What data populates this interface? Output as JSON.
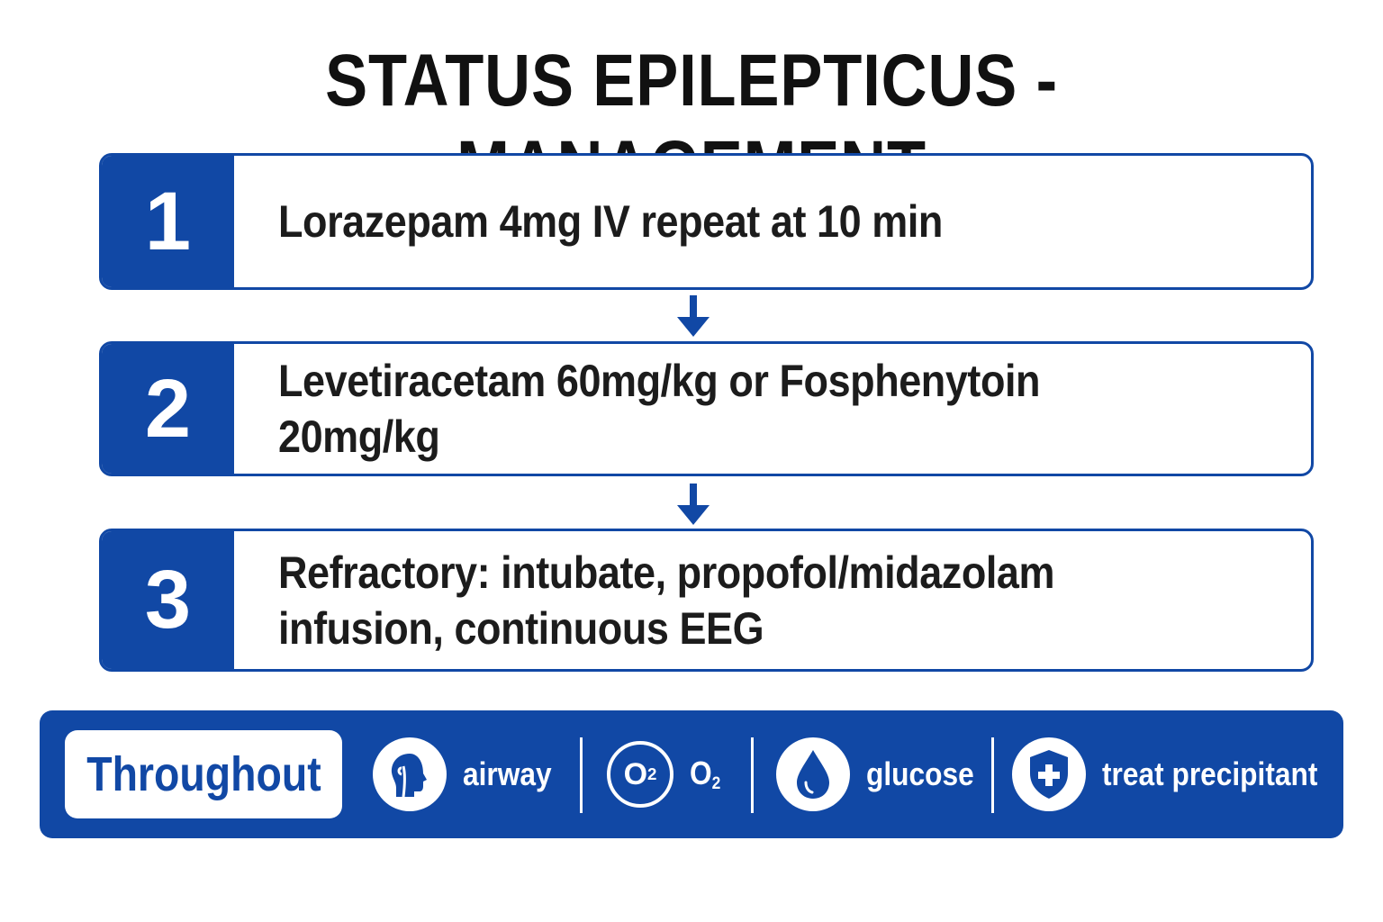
{
  "title": "STATUS EPILEPTICUS - MANAGEMENT",
  "steps": [
    {
      "number": "1",
      "text": "Lorazepam 4mg IV repeat at 10 min"
    },
    {
      "number": "2",
      "text": "Levetiracetam 60mg/kg or Fosphenytoin 20mg/kg"
    },
    {
      "number": "3",
      "text": "Refractory: intubate, propofol/midazolam infusion, continuous EEG"
    }
  ],
  "throughout": {
    "label": "Throughout",
    "items": [
      {
        "icon": "airway-head-icon",
        "label": "airway"
      },
      {
        "icon": "o2-icon",
        "label": "O",
        "icon_text": "O",
        "sub": "2"
      },
      {
        "icon": "droplet-icon",
        "label": "glucose"
      },
      {
        "icon": "shield-plus-icon",
        "label": "treat precipitant"
      }
    ]
  },
  "colors": {
    "accent": "#1148a5",
    "text": "#1c1c1c",
    "background": "#ffffff"
  }
}
